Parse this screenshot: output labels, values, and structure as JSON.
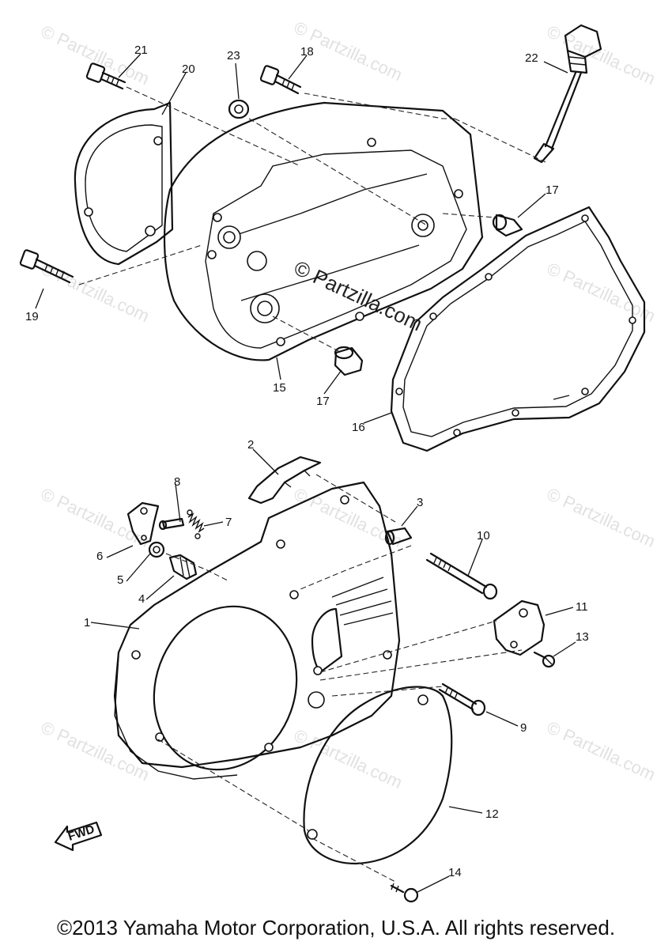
{
  "watermark": {
    "text": "© Partzilla.com",
    "center_text": "© Partzilla.com"
  },
  "callouts": {
    "c1": "1",
    "c2": "2",
    "c3": "3",
    "c4": "4",
    "c5": "5",
    "c6": "6",
    "c7": "7",
    "c8": "8",
    "c9": "9",
    "c10": "10",
    "c11": "11",
    "c12": "12",
    "c13": "13",
    "c14": "14",
    "c15": "15",
    "c16": "16",
    "c17a": "17",
    "c17b": "17",
    "c18": "18",
    "c19": "19",
    "c20": "20",
    "c21": "21",
    "c22": "22",
    "c23": "23"
  },
  "fwd_label": "FWD",
  "copyright": "©2013 Yamaha Motor Corporation, U.S.A. All rights reserved.",
  "colors": {
    "ink": "#111111",
    "watermark": "#c9c9c9",
    "background": "#ffffff"
  }
}
